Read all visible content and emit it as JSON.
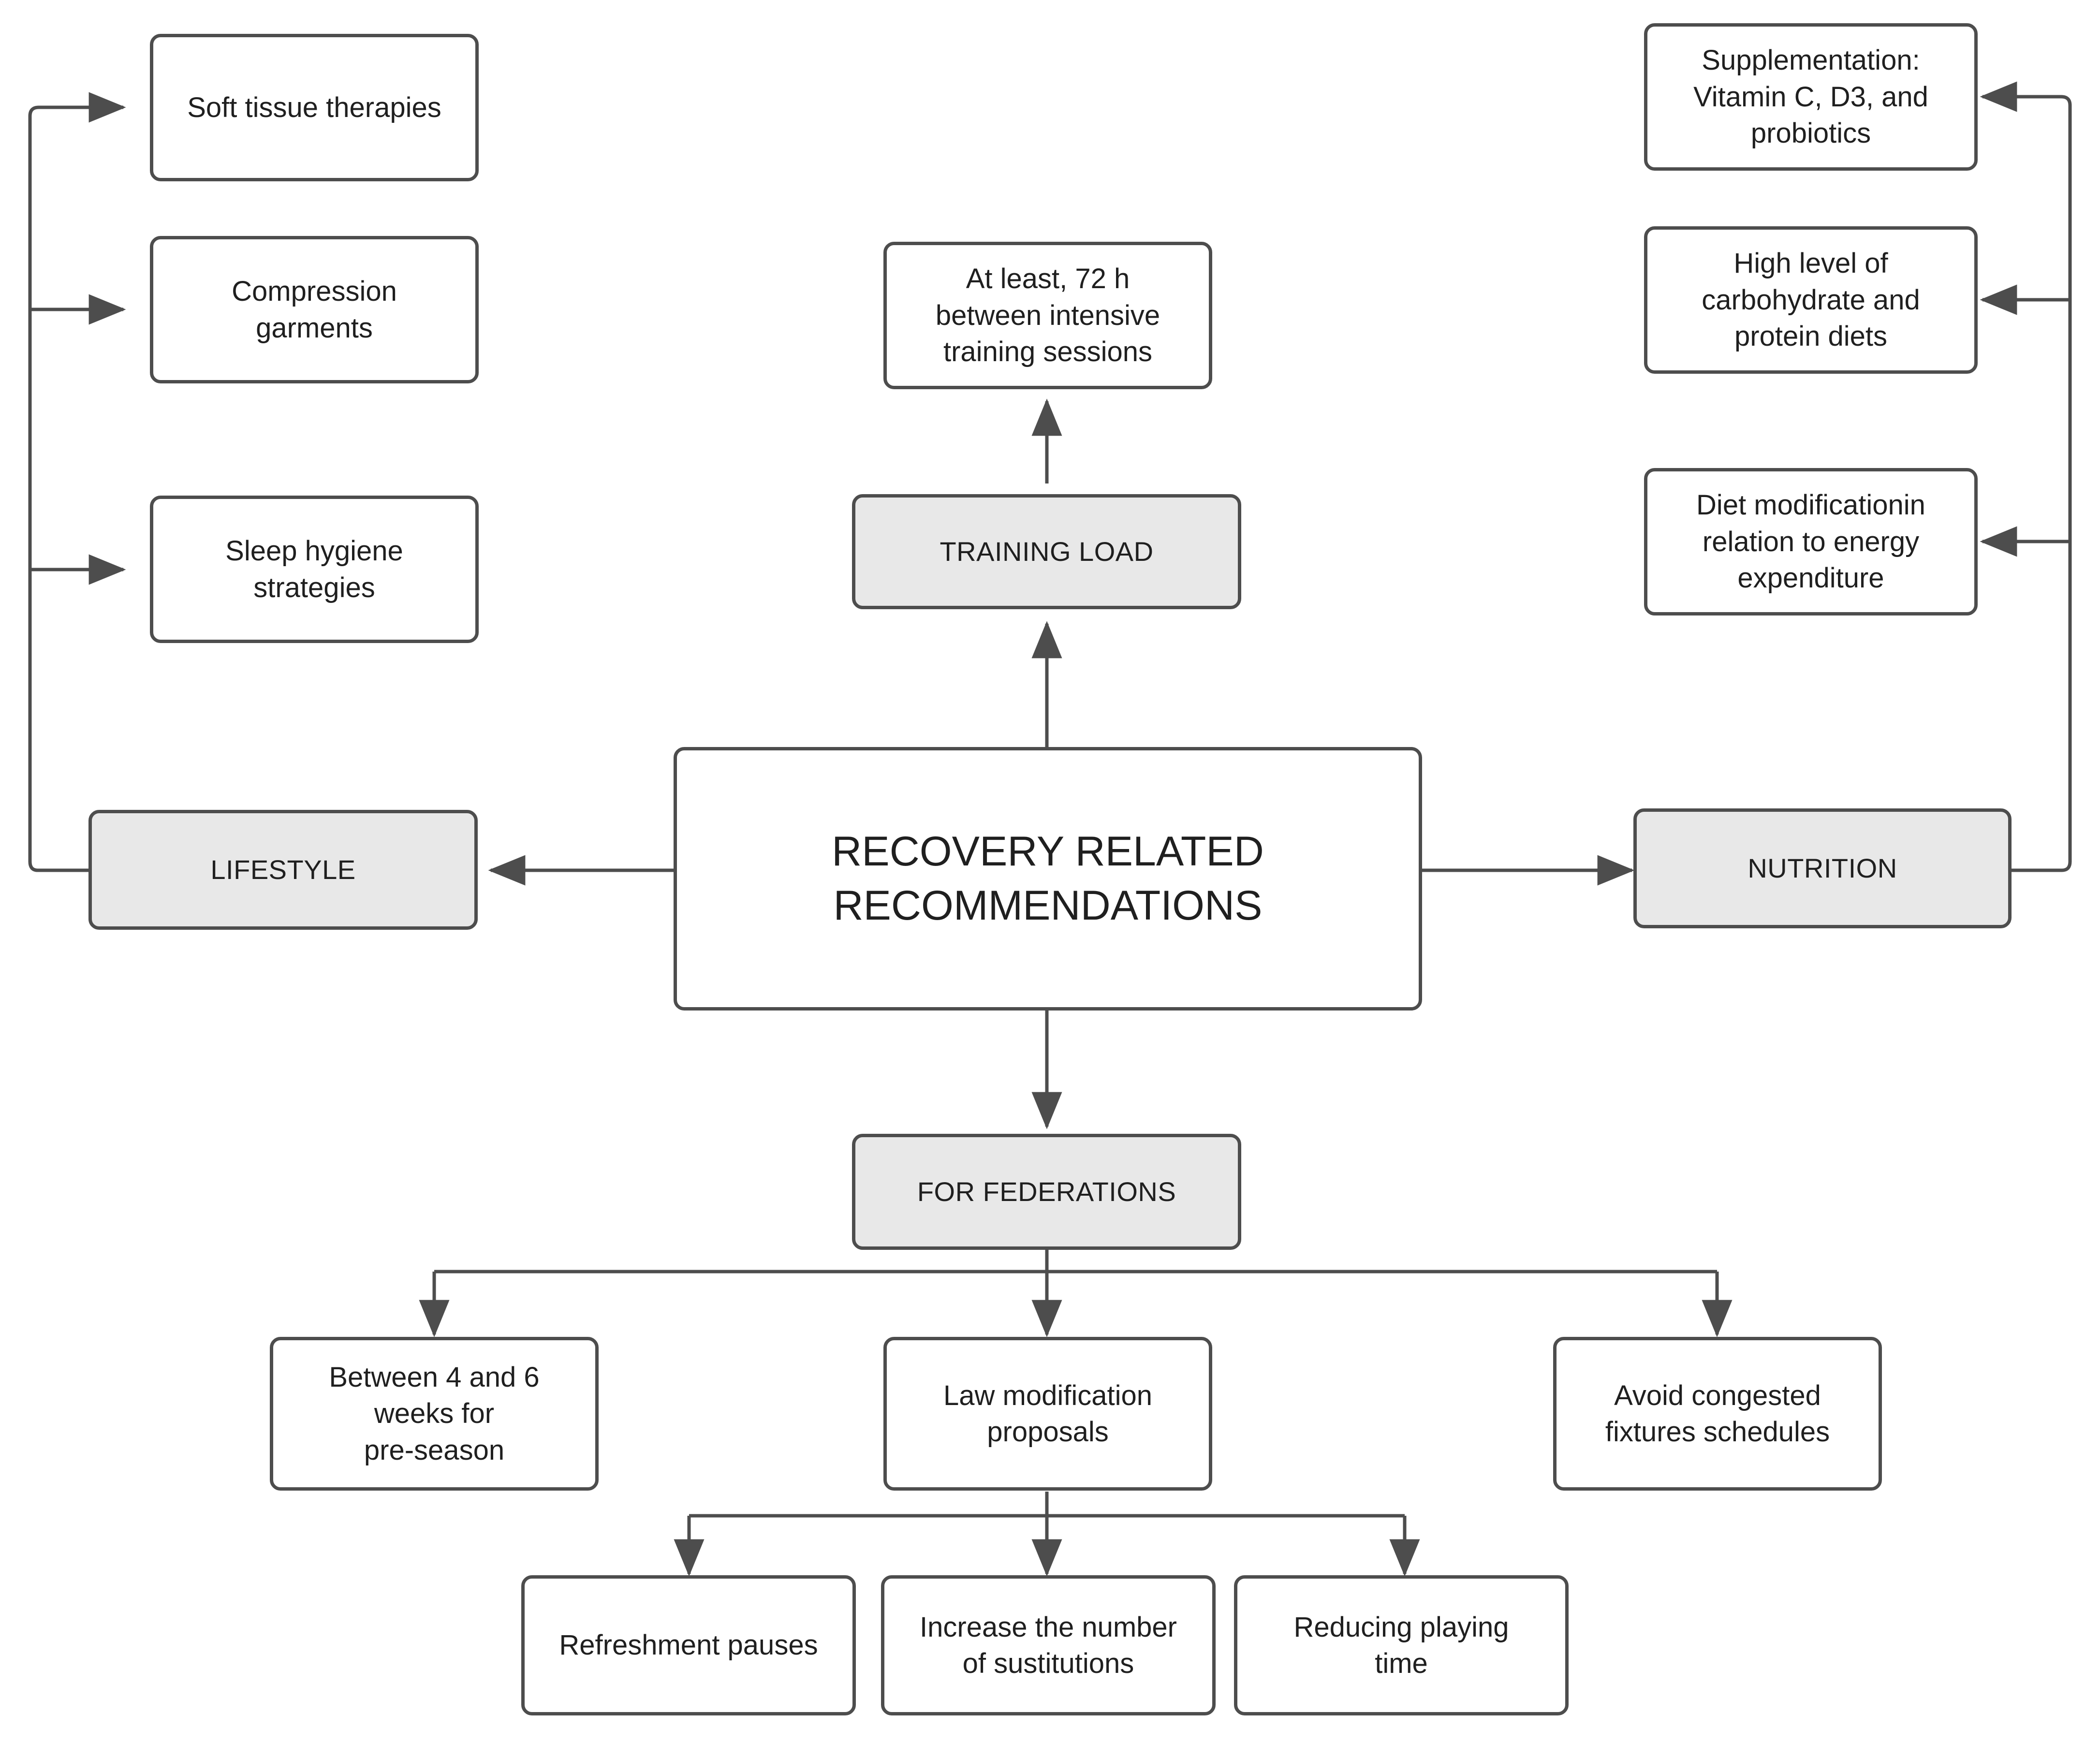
{
  "diagram": {
    "title": "Recovery related recommendations flowchart",
    "colors": {
      "stroke": "#4d4d4d",
      "node_fill": "#ffffff",
      "category_fill": "#e8e8e8",
      "text": "#1f1f1f",
      "background": "#ffffff"
    }
  },
  "center": {
    "label": "RECOVERY RELATED\nRECOMMENDATIONS"
  },
  "categories": {
    "lifestyle": {
      "label": "LIFESTYLE"
    },
    "nutrition": {
      "label": "NUTRITION"
    },
    "training_load": {
      "label": "TRAINING LOAD"
    },
    "for_federations": {
      "label": "FOR FEDERATIONS"
    }
  },
  "lifestyle_items": [
    {
      "label": "Soft tissue therapies"
    },
    {
      "label": "Compression\ngarments"
    },
    {
      "label": "Sleep hygiene\nstrategies"
    }
  ],
  "nutrition_items": [
    {
      "label": "Supplementation:\nVitamin C, D3, and\nprobiotics"
    },
    {
      "label": "High level of\ncarbohydrate and\nprotein diets"
    },
    {
      "label": "Diet modificationin\nrelation to energy\nexpenditure"
    }
  ],
  "training_load_items": [
    {
      "label": "At least, 72 h\nbetween intensive\ntraining sessions"
    }
  ],
  "federation_items": [
    {
      "label": "Between 4 and 6\nweeks for\npre-season"
    },
    {
      "label": "Law modification\nproposals"
    },
    {
      "label": "Avoid congested\nfixtures schedules"
    }
  ],
  "law_modification_items": [
    {
      "label": "Refreshment pauses"
    },
    {
      "label": "Increase the number\nof sustitutions"
    },
    {
      "label": "Reducing playing\ntime"
    }
  ]
}
